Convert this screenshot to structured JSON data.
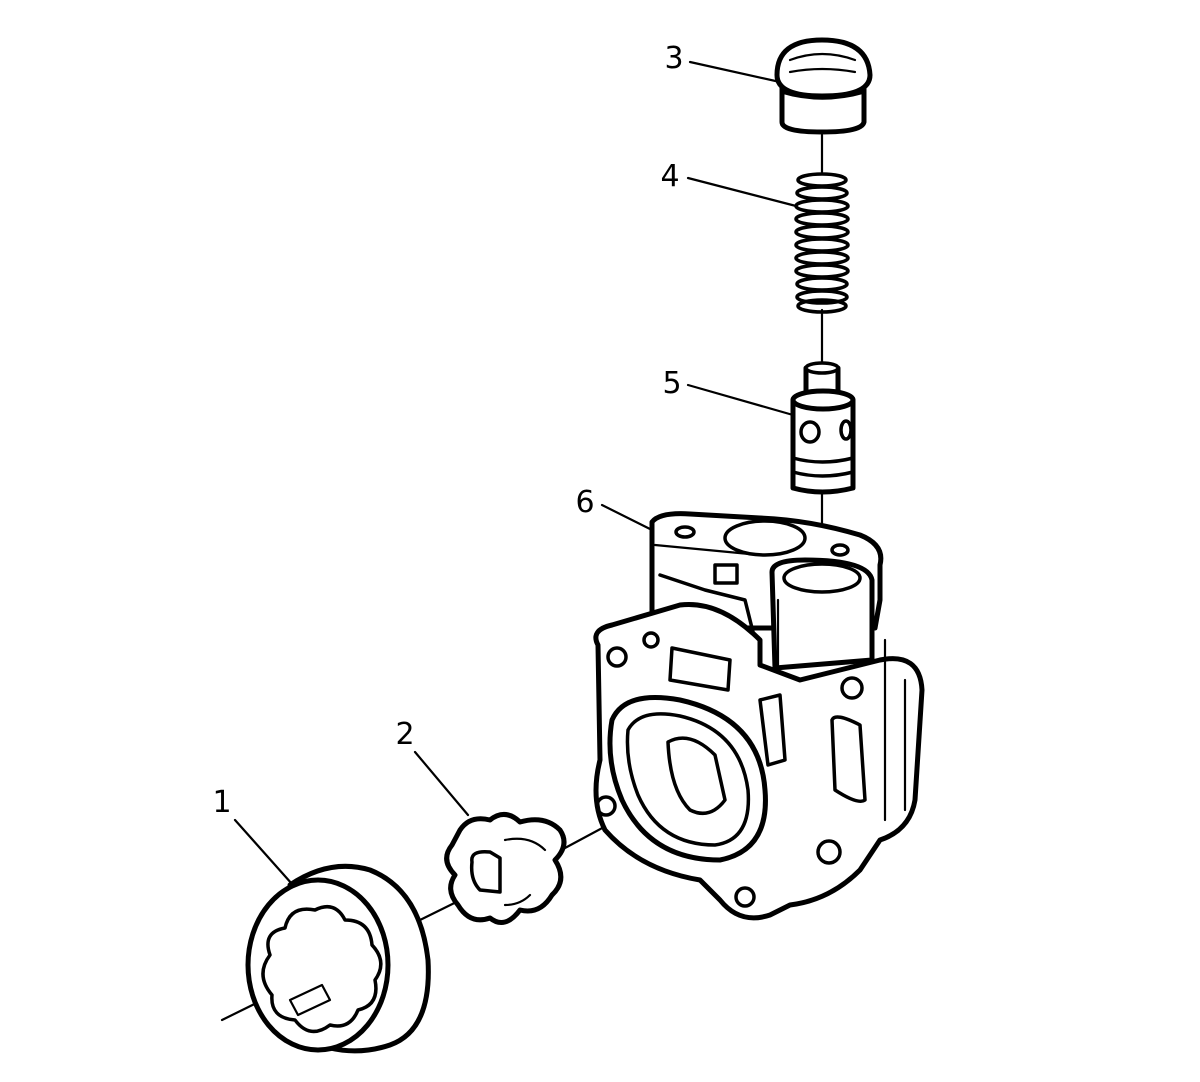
{
  "callouts": [
    {
      "id": "1",
      "label": "1"
    },
    {
      "id": "2",
      "label": "2"
    },
    {
      "id": "3",
      "label": "3"
    },
    {
      "id": "4",
      "label": "4"
    },
    {
      "id": "5",
      "label": "5"
    },
    {
      "id": "6",
      "label": "6"
    }
  ],
  "icons": {
    "outer_rotor": "oil-pump-outer-rotor-icon",
    "inner_rotor": "oil-pump-inner-rotor-icon",
    "plug": "relief-valve-plug-icon",
    "spring": "relief-valve-spring-icon",
    "valve": "relief-valve-piston-icon",
    "housing": "oil-pump-housing-icon"
  },
  "colors": {
    "line": "#000000",
    "background": "#ffffff"
  }
}
